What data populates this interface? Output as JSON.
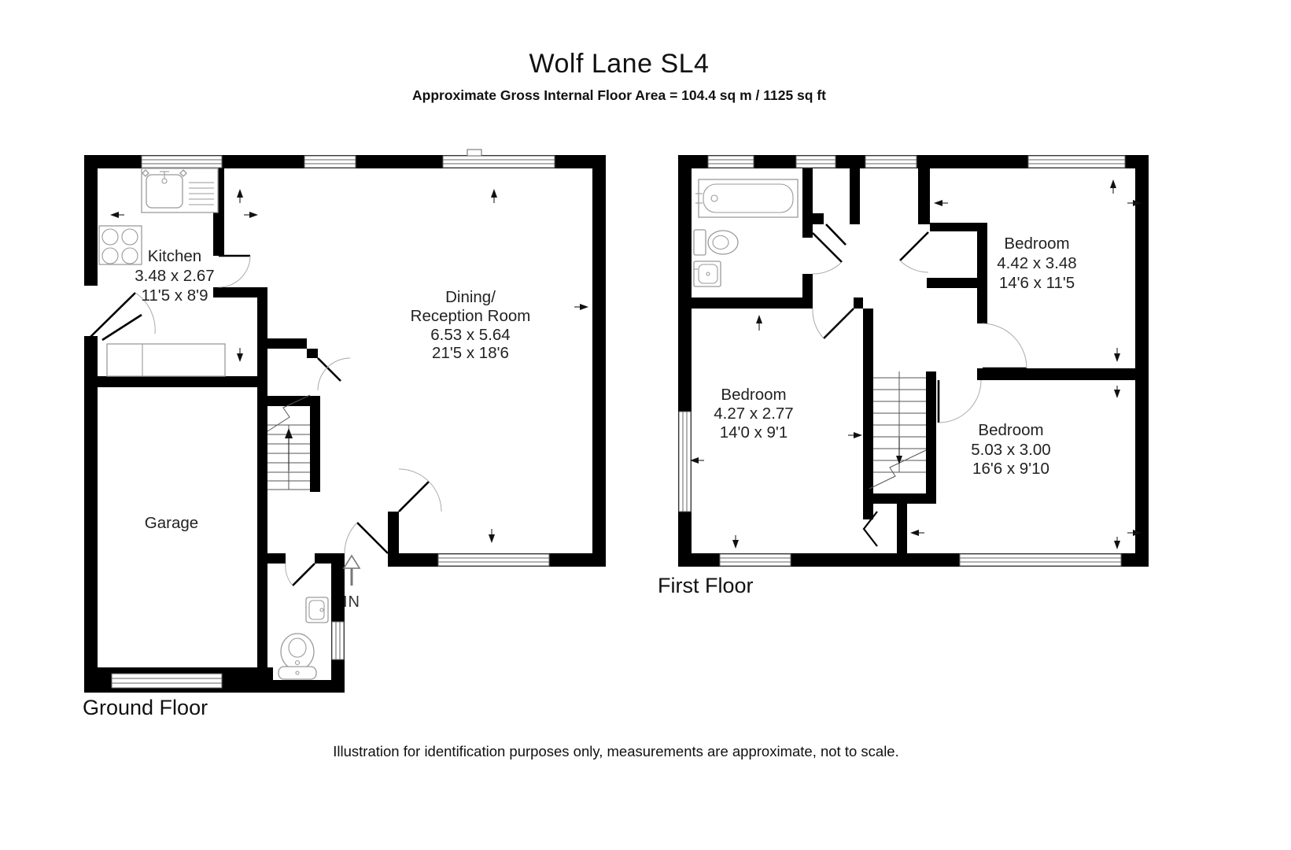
{
  "header": {
    "title": "Wolf Lane SL4",
    "subtitle": "Approximate Gross Internal Floor Area  = 104.4 sq m  / 1125 sq ft"
  },
  "ground_floor": {
    "label": "Ground Floor",
    "entrance_label": "IN",
    "kitchen": {
      "name": "Kitchen",
      "metric": "3.48 x 2.67",
      "imperial": "11'5 x 8'9"
    },
    "dining": {
      "name_line1": "Dining/",
      "name_line2": "Reception Room",
      "metric": "6.53 x 5.64",
      "imperial": "21'5 x 18'6"
    },
    "garage": {
      "name": "Garage"
    }
  },
  "first_floor": {
    "label": "First Floor",
    "bedroom_front": {
      "name": "Bedroom",
      "metric": "4.42 x 3.48",
      "imperial": "14'6 x 11'5"
    },
    "bedroom_middle": {
      "name": "Bedroom",
      "metric": "4.27 x 2.77",
      "imperial": "14'0 x 9'1"
    },
    "bedroom_rear": {
      "name": "Bedroom",
      "metric": "5.03 x 3.00",
      "imperial": "16'6 x 9'10"
    }
  },
  "footer": {
    "disclaimer": "Illustration for identification purposes only, measurements are approximate, not to scale."
  },
  "colors": {
    "wall": "#000000",
    "background": "#ffffff",
    "text": "#222222",
    "fixture_stroke": "#9a9a9a"
  }
}
